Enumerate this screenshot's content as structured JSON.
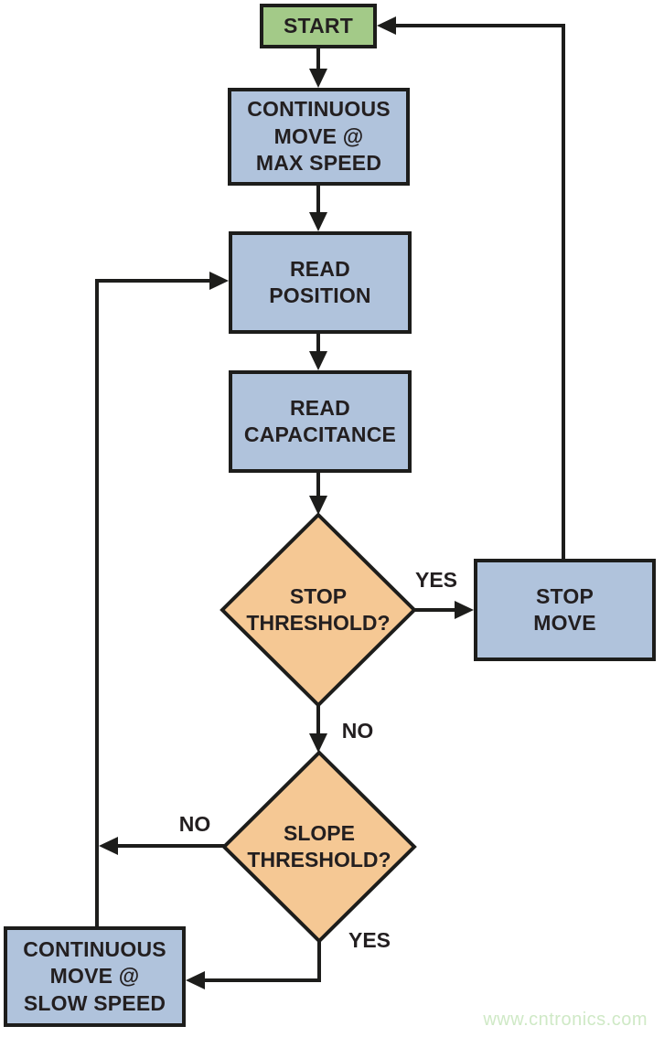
{
  "diagram": {
    "type": "flowchart",
    "watermark": "www.cntronics.com",
    "colors": {
      "terminator_fill": "#a3ca88",
      "process_fill": "#b0c3dc",
      "decision_fill": "#f5c894",
      "line": "#1d1d1b",
      "text": "#231f20",
      "watermark": "#cfe9c6",
      "background": "#ffffff"
    },
    "nodes": {
      "start": {
        "label": "START",
        "shape": "rectangle"
      },
      "continuous_move_max": {
        "label": "CONTINUOUS\nMOVE @\nMAX SPEED",
        "shape": "rectangle"
      },
      "read_position": {
        "label": "READ\nPOSITION",
        "shape": "rectangle"
      },
      "read_capacitance": {
        "label": "READ\nCAPACITANCE",
        "shape": "rectangle"
      },
      "stop_threshold": {
        "label": "STOP\nTHRESHOLD?",
        "shape": "diamond"
      },
      "stop_move": {
        "label": "STOP\nMOVE",
        "shape": "rectangle"
      },
      "slope_threshold": {
        "label": "SLOPE\nTHRESHOLD?",
        "shape": "diamond"
      },
      "continuous_move_slow": {
        "label": "CONTINUOUS\nMOVE @\nSLOW SPEED",
        "shape": "rectangle"
      }
    },
    "edge_labels": {
      "stop_yes": "YES",
      "stop_no": "NO",
      "slope_no": "NO",
      "slope_yes": "YES"
    },
    "edges": [
      {
        "from": "start",
        "to": "continuous_move_max",
        "label": ""
      },
      {
        "from": "continuous_move_max",
        "to": "read_position",
        "label": ""
      },
      {
        "from": "read_position",
        "to": "read_capacitance",
        "label": ""
      },
      {
        "from": "read_capacitance",
        "to": "stop_threshold",
        "label": ""
      },
      {
        "from": "stop_threshold",
        "to": "stop_move",
        "label": "YES"
      },
      {
        "from": "stop_threshold",
        "to": "slope_threshold",
        "label": "NO"
      },
      {
        "from": "slope_threshold",
        "to": "read_position",
        "label": "NO"
      },
      {
        "from": "slope_threshold",
        "to": "continuous_move_slow",
        "label": "YES"
      },
      {
        "from": "continuous_move_slow",
        "to": "read_position",
        "label": ""
      },
      {
        "from": "stop_move",
        "to": "start",
        "label": ""
      }
    ]
  }
}
